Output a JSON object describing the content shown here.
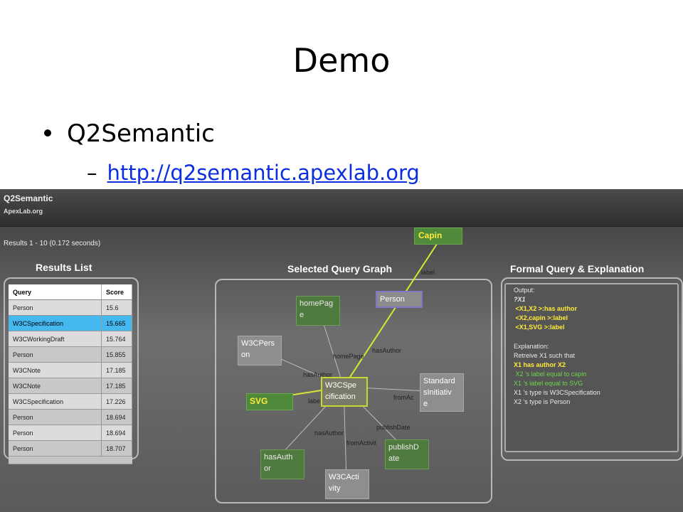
{
  "slide": {
    "title": "Demo",
    "bullet": "Q2Semantic",
    "sub_dash": "–",
    "link": "http://q2semantic.apexlab.org"
  },
  "app": {
    "name": "Q2Semantic",
    "org": "ApexLab.org",
    "results_count": "Results 1 - 10 (0.172 seconds)",
    "results_title": "Results List",
    "graph_title": "Selected Query Graph",
    "formal_title": "Formal Query & Explanation"
  },
  "results": {
    "headers": [
      "Query",
      "Score"
    ],
    "rows": [
      {
        "query": "Person",
        "score": "15.6"
      },
      {
        "query": "W3CSpecification",
        "score": "15.665"
      },
      {
        "query": "W3CWorkingDraft",
        "score": "15.764"
      },
      {
        "query": "Person",
        "score": "15.855"
      },
      {
        "query": "W3CNote",
        "score": "17.185"
      },
      {
        "query": "W3CNote",
        "score": "17.185"
      },
      {
        "query": "W3CSpecification",
        "score": "17.226"
      },
      {
        "query": "Person",
        "score": "18.694"
      },
      {
        "query": "Person",
        "score": "18.694"
      },
      {
        "query": "Person",
        "score": "18.707"
      }
    ],
    "selected_index": 1
  },
  "graph": {
    "nodes": {
      "capin": "Capin",
      "person": "Person",
      "homepage": [
        "homePag",
        "e"
      ],
      "w3cperson": [
        "W3CPers",
        "on"
      ],
      "center": [
        "W3CSpe",
        "cification"
      ],
      "standards": [
        "Standard",
        "sInitiativ",
        "e"
      ],
      "svg": "SVG",
      "hasauthor": [
        "hasAuth",
        "or"
      ],
      "publishdate": [
        "publishD",
        "ate"
      ],
      "w3cactivity": [
        "W3CActi",
        "vity"
      ]
    },
    "edge_labels": {
      "label_top": "label",
      "homepage": "homePage",
      "hasauthor_right": "hasAuthor",
      "hasauthor_left": "hasAuthor",
      "label_left": "labe",
      "fromact_right": "fromAc",
      "publishdate": "publishDate",
      "hasauthor_bottom": "hasAuthor",
      "fromactivity": "fromActivit"
    }
  },
  "formal": {
    "lines": [
      "Output:",
      "?X1",
      " <X1,X2 >:has author",
      " <X2,capin >:label",
      " <X1,SVG >:label",
      "",
      "Explanation:",
      "Retreive X1 such that",
      "X1 has author X2",
      " X2 's label equal to capin",
      "X1 's label equal to SVG",
      "X1 's type is W3CSpecification",
      "X2 's type is Person"
    ]
  },
  "colors": {
    "accent_yellow": "#ffeb3b",
    "accent_green": "#6fd64b",
    "selected_row": "#45b8f0",
    "link_blue": "#0b2fe0"
  }
}
